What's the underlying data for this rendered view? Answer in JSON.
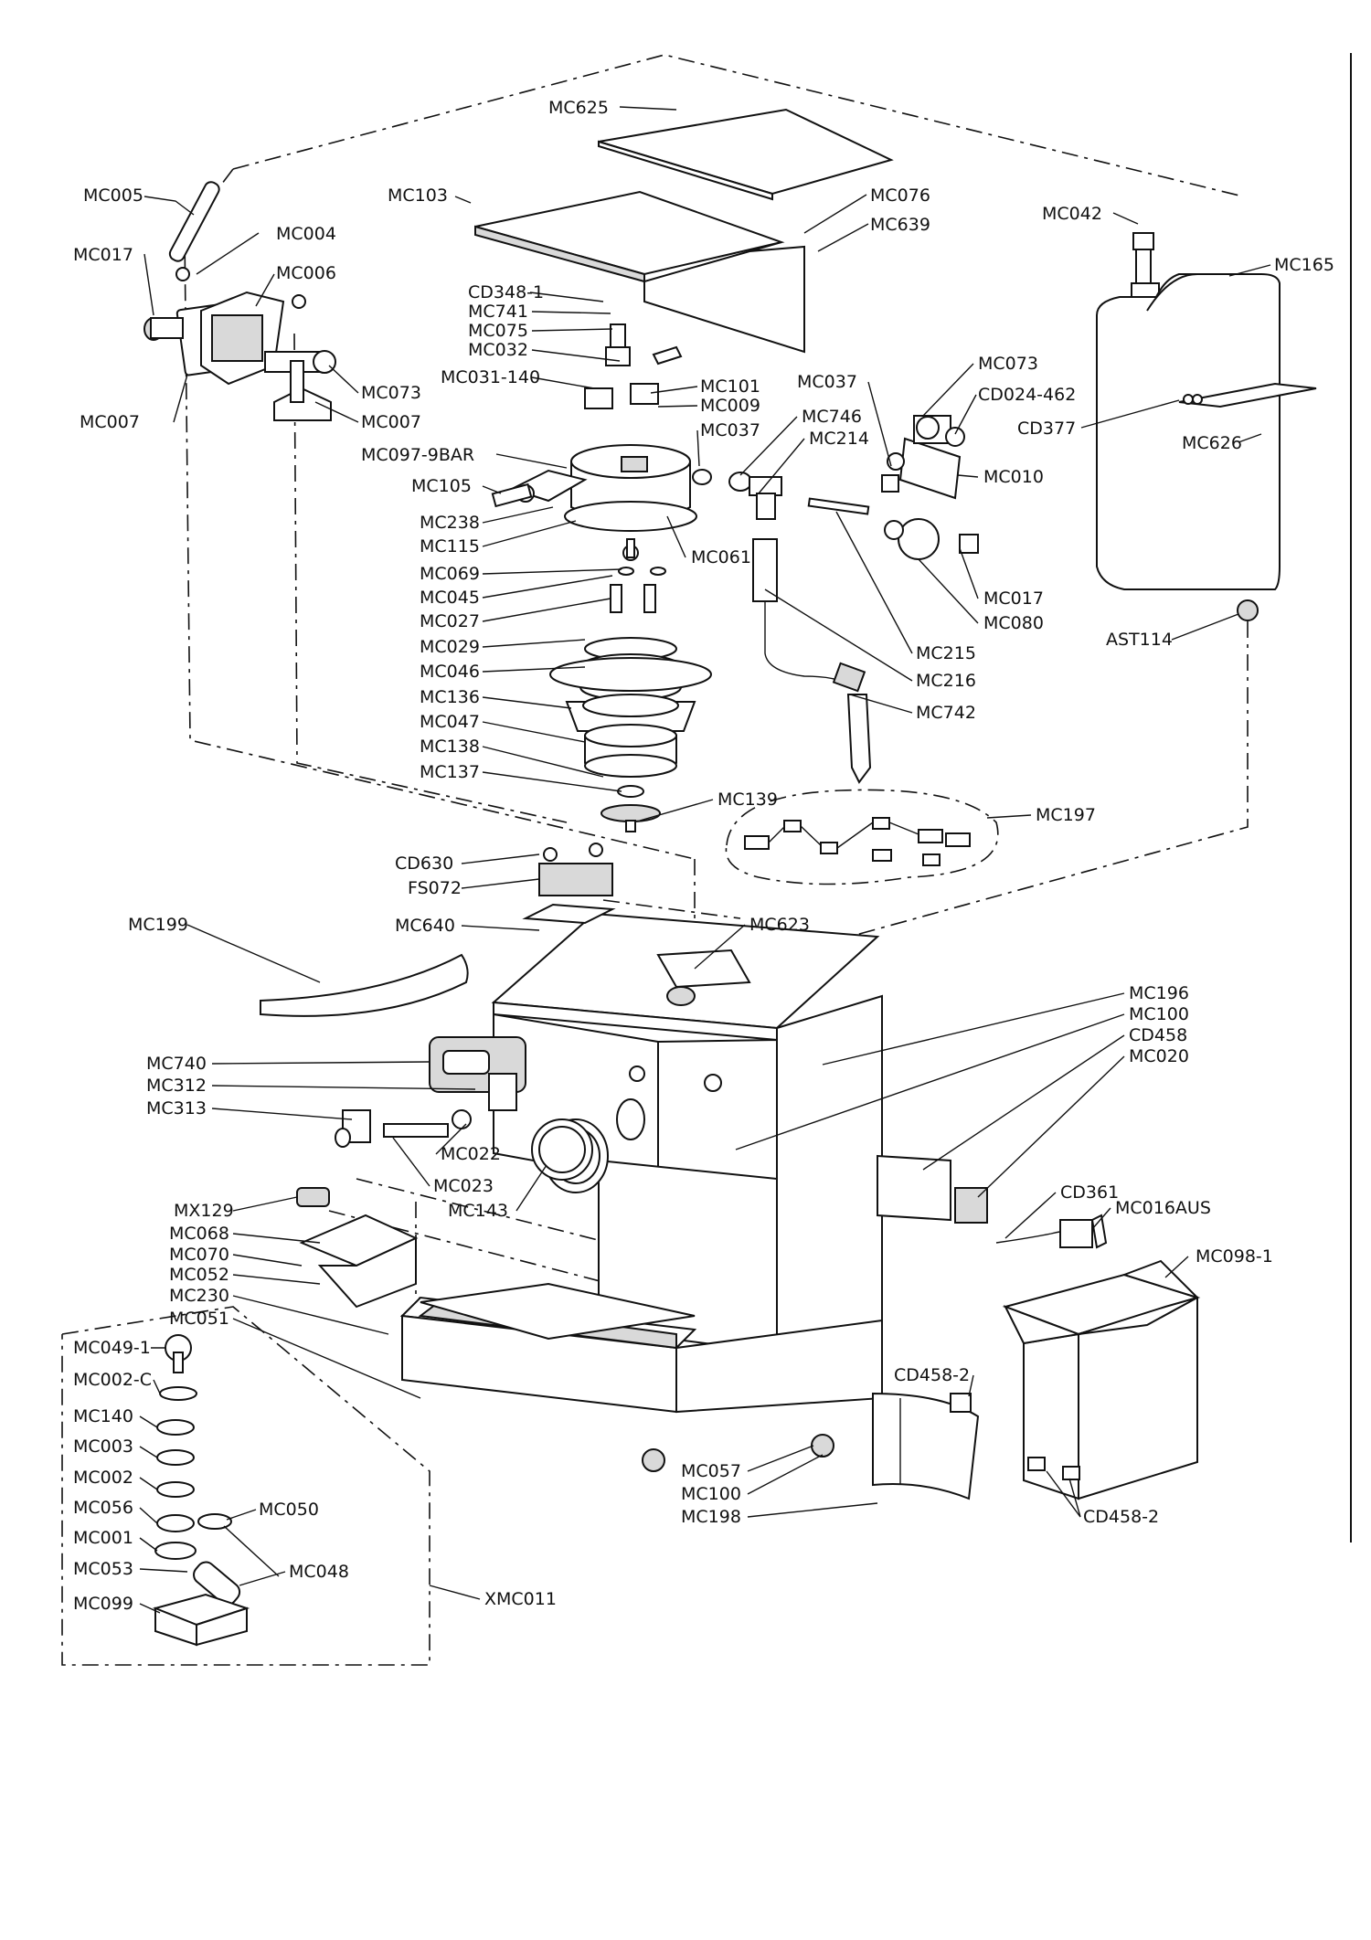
{
  "diagram": {
    "labels": [
      {
        "id": "mc625",
        "text": "MC625"
      },
      {
        "id": "mc005",
        "text": "MC005"
      },
      {
        "id": "mc103",
        "text": "MC103"
      },
      {
        "id": "mc076",
        "text": "MC076"
      },
      {
        "id": "mc004",
        "text": "MC004"
      },
      {
        "id": "mc639",
        "text": "MC639"
      },
      {
        "id": "mc042",
        "text": "MC042"
      },
      {
        "id": "mc017a",
        "text": "MC017"
      },
      {
        "id": "mc006",
        "text": "MC006"
      },
      {
        "id": "mc165",
        "text": "MC165"
      },
      {
        "id": "cd348",
        "text": "CD348-1"
      },
      {
        "id": "mc741",
        "text": "MC741"
      },
      {
        "id": "mc075",
        "text": "MC075"
      },
      {
        "id": "mc032",
        "text": "MC032"
      },
      {
        "id": "mc031",
        "text": "MC031-140"
      },
      {
        "id": "mc073a",
        "text": "MC073"
      },
      {
        "id": "mc007a",
        "text": "MC007"
      },
      {
        "id": "mc007b",
        "text": "MC007"
      },
      {
        "id": "mc101",
        "text": "MC101"
      },
      {
        "id": "mc009",
        "text": "MC009"
      },
      {
        "id": "mc037a",
        "text": "MC037"
      },
      {
        "id": "mc073b",
        "text": "MC073"
      },
      {
        "id": "cd024",
        "text": "CD024-462"
      },
      {
        "id": "cd377",
        "text": "CD377"
      },
      {
        "id": "mc746",
        "text": "MC746"
      },
      {
        "id": "mc037b",
        "text": "MC037"
      },
      {
        "id": "mc214",
        "text": "MC214"
      },
      {
        "id": "mc626",
        "text": "MC626"
      },
      {
        "id": "mc097",
        "text": "MC097-9BAR"
      },
      {
        "id": "mc010",
        "text": "MC010"
      },
      {
        "id": "mc105",
        "text": "MC105"
      },
      {
        "id": "mc238",
        "text": "MC238"
      },
      {
        "id": "mc115",
        "text": "MC115"
      },
      {
        "id": "mc061",
        "text": "MC061"
      },
      {
        "id": "mc069",
        "text": "MC069"
      },
      {
        "id": "mc017b",
        "text": "MC017"
      },
      {
        "id": "mc045",
        "text": "MC045"
      },
      {
        "id": "mc080",
        "text": "MC080"
      },
      {
        "id": "mc027",
        "text": "MC027"
      },
      {
        "id": "ast114",
        "text": "AST114"
      },
      {
        "id": "mc029",
        "text": "MC029"
      },
      {
        "id": "mc215",
        "text": "MC215"
      },
      {
        "id": "mc046",
        "text": "MC046"
      },
      {
        "id": "mc216",
        "text": "MC216"
      },
      {
        "id": "mc136",
        "text": "MC136"
      },
      {
        "id": "mc742",
        "text": "MC742"
      },
      {
        "id": "mc047",
        "text": "MC047"
      },
      {
        "id": "mc138",
        "text": "MC138"
      },
      {
        "id": "mc137",
        "text": "MC137"
      },
      {
        "id": "mc139",
        "text": "MC139"
      },
      {
        "id": "mc197",
        "text": "MC197"
      },
      {
        "id": "cd630",
        "text": "CD630"
      },
      {
        "id": "fs072",
        "text": "FS072"
      },
      {
        "id": "mc199",
        "text": "MC199"
      },
      {
        "id": "mc640",
        "text": "MC640"
      },
      {
        "id": "mc623",
        "text": "MC623"
      },
      {
        "id": "mc196",
        "text": "MC196"
      },
      {
        "id": "mc100a",
        "text": "MC100"
      },
      {
        "id": "cd458",
        "text": "CD458"
      },
      {
        "id": "mc740",
        "text": "MC740"
      },
      {
        "id": "mc020",
        "text": "MC020"
      },
      {
        "id": "mc312",
        "text": "MC312"
      },
      {
        "id": "mc313",
        "text": "MC313"
      },
      {
        "id": "mc022",
        "text": "MC022"
      },
      {
        "id": "mc023",
        "text": "MC023"
      },
      {
        "id": "cd361",
        "text": "CD361"
      },
      {
        "id": "mc016aus",
        "text": "MC016AUS"
      },
      {
        "id": "mc143",
        "text": "MC143"
      },
      {
        "id": "mx129",
        "text": "MX129"
      },
      {
        "id": "mc068",
        "text": "MC068"
      },
      {
        "id": "mc098",
        "text": "MC098-1"
      },
      {
        "id": "mc070",
        "text": "MC070"
      },
      {
        "id": "mc052",
        "text": "MC052"
      },
      {
        "id": "mc230",
        "text": "MC230"
      },
      {
        "id": "mc051",
        "text": "MC051"
      },
      {
        "id": "mc049",
        "text": "MC049-1"
      },
      {
        "id": "mc002c",
        "text": "MC002-C"
      },
      {
        "id": "cd4582a",
        "text": "CD458-2"
      },
      {
        "id": "mc140",
        "text": "MC140"
      },
      {
        "id": "mc003",
        "text": "MC003"
      },
      {
        "id": "mc057",
        "text": "MC057"
      },
      {
        "id": "mc002",
        "text": "MC002"
      },
      {
        "id": "mc100b",
        "text": "MC100"
      },
      {
        "id": "mc056",
        "text": "MC056"
      },
      {
        "id": "mc050",
        "text": "MC050"
      },
      {
        "id": "mc198",
        "text": "MC198"
      },
      {
        "id": "cd4582b",
        "text": "CD458-2"
      },
      {
        "id": "mc001",
        "text": "MC001"
      },
      {
        "id": "mc053",
        "text": "MC053"
      },
      {
        "id": "mc048",
        "text": "MC048"
      },
      {
        "id": "mc099",
        "text": "MC099"
      },
      {
        "id": "xmc011",
        "text": "XMC011"
      }
    ]
  }
}
